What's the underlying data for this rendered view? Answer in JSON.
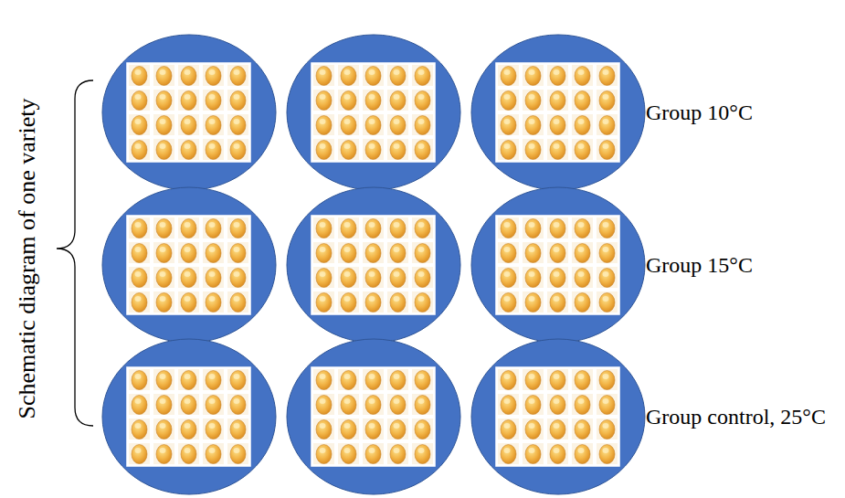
{
  "diagram": {
    "labels": [
      "Schematic diagram of one variety",
      "Group 10°C",
      "Group 15°C",
      "Group control, 25°C"
    ]
  }
}
